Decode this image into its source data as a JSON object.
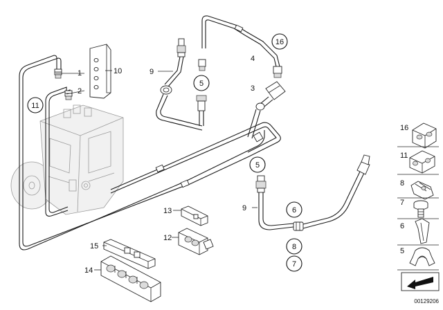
{
  "labels": {
    "c11": "11",
    "c5a": "5",
    "c16": "16",
    "c5b": "5",
    "c6": "6",
    "c8": "8",
    "c7": "7",
    "l1": "1",
    "l2": "2",
    "l10": "10",
    "l9a": "9",
    "l4": "4",
    "l3": "3",
    "l9b": "9",
    "l13": "13",
    "l12": "12",
    "l15": "15",
    "l14": "14",
    "k16": "16",
    "k11": "11",
    "k8": "8",
    "k7": "7",
    "k6": "6",
    "k5": "5"
  },
  "diagram_code": "00129206",
  "colors": {
    "line": "#1a1a1a",
    "ghost": "#9a9a9a",
    "background": "#ffffff"
  }
}
